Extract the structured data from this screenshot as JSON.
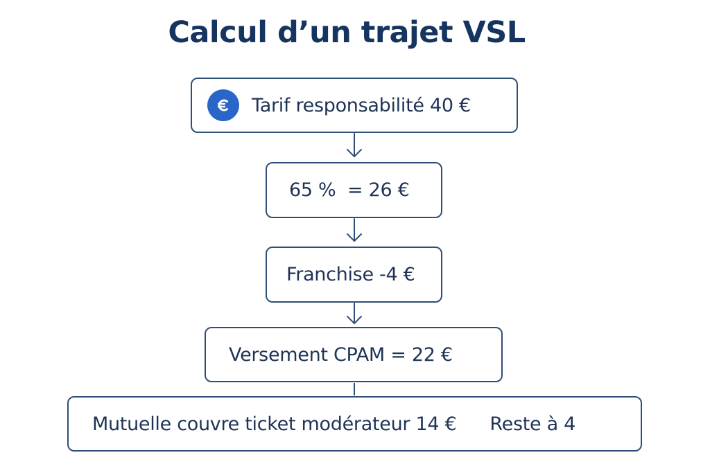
{
  "title": "Calcul d’un trajet VSL",
  "steps": [
    {
      "text": "Tarif responsabilité 40 €",
      "icon": "euro-icon"
    },
    {
      "text": "65 %  = 26 €"
    },
    {
      "text": "Franchise -4 €"
    },
    {
      "text": "Versement CPAM = 22 €"
    },
    {
      "text": "Mutuelle couvre ticket modérateur 14 €",
      "text_right": "Reste à 4"
    }
  ],
  "colors": {
    "title": "#15345f",
    "box_border": "#2e4f75",
    "arrow": "#2e4f75",
    "icon_background": "#2a66c8"
  }
}
